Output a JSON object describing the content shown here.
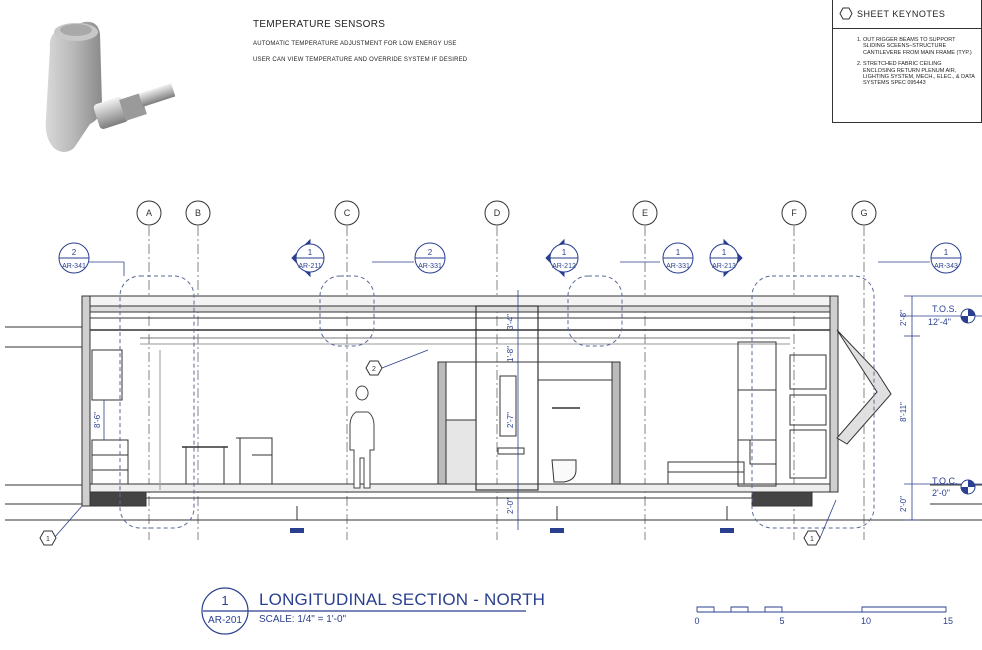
{
  "sensor": {
    "title": "TEMPERATURE SENSORS",
    "line1": "AUTOMATIC TEMPERATURE ADJUSTMENT FOR LOW ENERGY USE",
    "line2": "USER CAN VIEW TEMPERATURE AND OVERRIDE SYSTEM IF DESIRED"
  },
  "keynotes": {
    "title": "SHEET KEYNOTES",
    "items": [
      "OUT RIGGER BEAMS TO SUPPORT SLIDING SCEENS–STRUCTURE CANTILEVERE FROM MAIN FRAME (TYP.)",
      "STRETCHED FABRIC CEILING ENCLOSING RETURN PLENUM AIR, LIGHTING SYSTEM, MECH., ELEC., & DATA SYSTEMS SPEC 095443"
    ]
  },
  "grid": [
    "A",
    "B",
    "C",
    "D",
    "E",
    "F",
    "G"
  ],
  "detail_refs": [
    {
      "num": "2",
      "sheet": "AR-341"
    },
    {
      "num": "2",
      "sheet": "AR-331"
    },
    {
      "num": "1",
      "sheet": "AR-331"
    },
    {
      "num": "1",
      "sheet": "AR-343"
    }
  ],
  "section_markers": [
    {
      "num": "1",
      "sheet": "AR-211"
    },
    {
      "num": "1",
      "sheet": "AR-212"
    },
    {
      "num": "1",
      "sheet": "AR-213"
    }
  ],
  "keynote_tags": [
    "1",
    "2",
    "1"
  ],
  "elevations": [
    {
      "label": "T.O.S.",
      "value": "12'-4\""
    },
    {
      "label": "T.O.C.",
      "value": "2'-0\""
    }
  ],
  "dimensions": {
    "right_top": "2'-8\"",
    "right_mid": "8'-11\"",
    "right_bot": "2'-0\"",
    "center_1": "3'-4\"",
    "center_2": "1'-8\"",
    "center_3": "2'-7\"",
    "center_bot": "2'-0\"",
    "left": "8'-6\""
  },
  "title_block": {
    "num": "1",
    "sheet": "AR-201",
    "title": "LONGITUDINAL SECTION - NORTH",
    "scale": "SCALE: 1/4\" = 1'-0\""
  },
  "scale_bar": [
    "0",
    "5",
    "10",
    "15"
  ],
  "colors": {
    "accent": "#2a3f8f",
    "line": "#333333",
    "dashed": "#5a6a9a"
  }
}
